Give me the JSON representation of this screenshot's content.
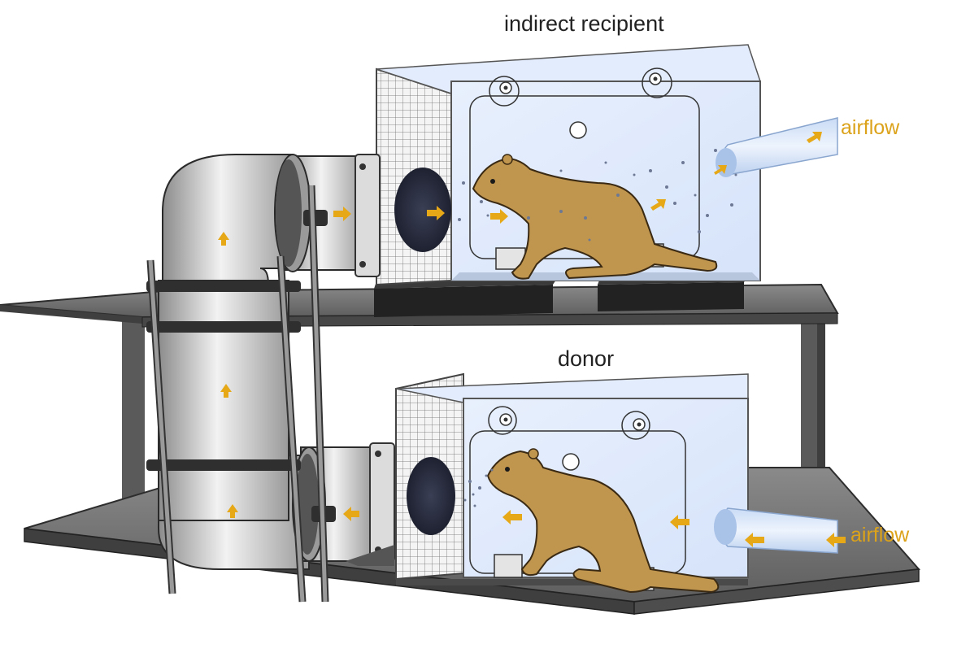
{
  "labels": {
    "indirect_recipient": "indirect recipient",
    "donor": "donor",
    "airflow_top": "airflow",
    "airflow_bottom": "airflow"
  },
  "colors": {
    "arrow": "#e6a817",
    "ferret": "#c0954d",
    "ferret_outline": "#3a2a14",
    "chamber_glass": "#dfeafc",
    "shelf": "#6f6f6f",
    "duct": "#bcbcbc",
    "airflow_label": "#dba21a"
  }
}
